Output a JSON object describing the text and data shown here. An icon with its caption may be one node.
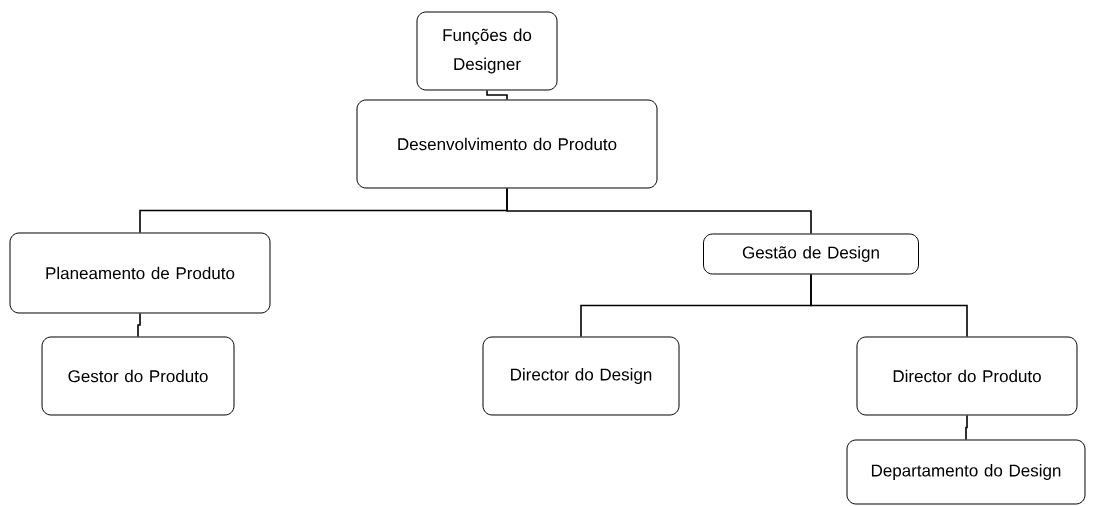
{
  "diagram": {
    "nodes": [
      {
        "text": [
          "Funções do Designer"
        ]
      },
      {
        "text": [
          "Desenvolvimento do Produto"
        ]
      },
      {
        "text": [
          "Planeamento de Produto"
        ]
      },
      {
        "text": [
          "Gestão de Design"
        ]
      },
      {
        "text": [
          "Gestor do Produto"
        ]
      },
      {
        "text": [
          "Director do Design"
        ]
      },
      {
        "text": [
          "Director do Produto"
        ]
      },
      {
        "text": [
          "Departamento do Design"
        ]
      }
    ],
    "edges": [
      {
        "from": 0,
        "to": 1,
        "arrow": "none"
      },
      {
        "from": 1,
        "to": 2,
        "arrow": "none"
      },
      {
        "from": 1,
        "to": 3,
        "arrow": "none"
      },
      {
        "from": 2,
        "to": 4,
        "arrow": "none"
      },
      {
        "from": 3,
        "to": 5,
        "arrow": "none"
      },
      {
        "from": 3,
        "to": 6,
        "arrow": "none"
      },
      {
        "from": 6,
        "to": 7,
        "arrow": "none"
      }
    ]
  }
}
